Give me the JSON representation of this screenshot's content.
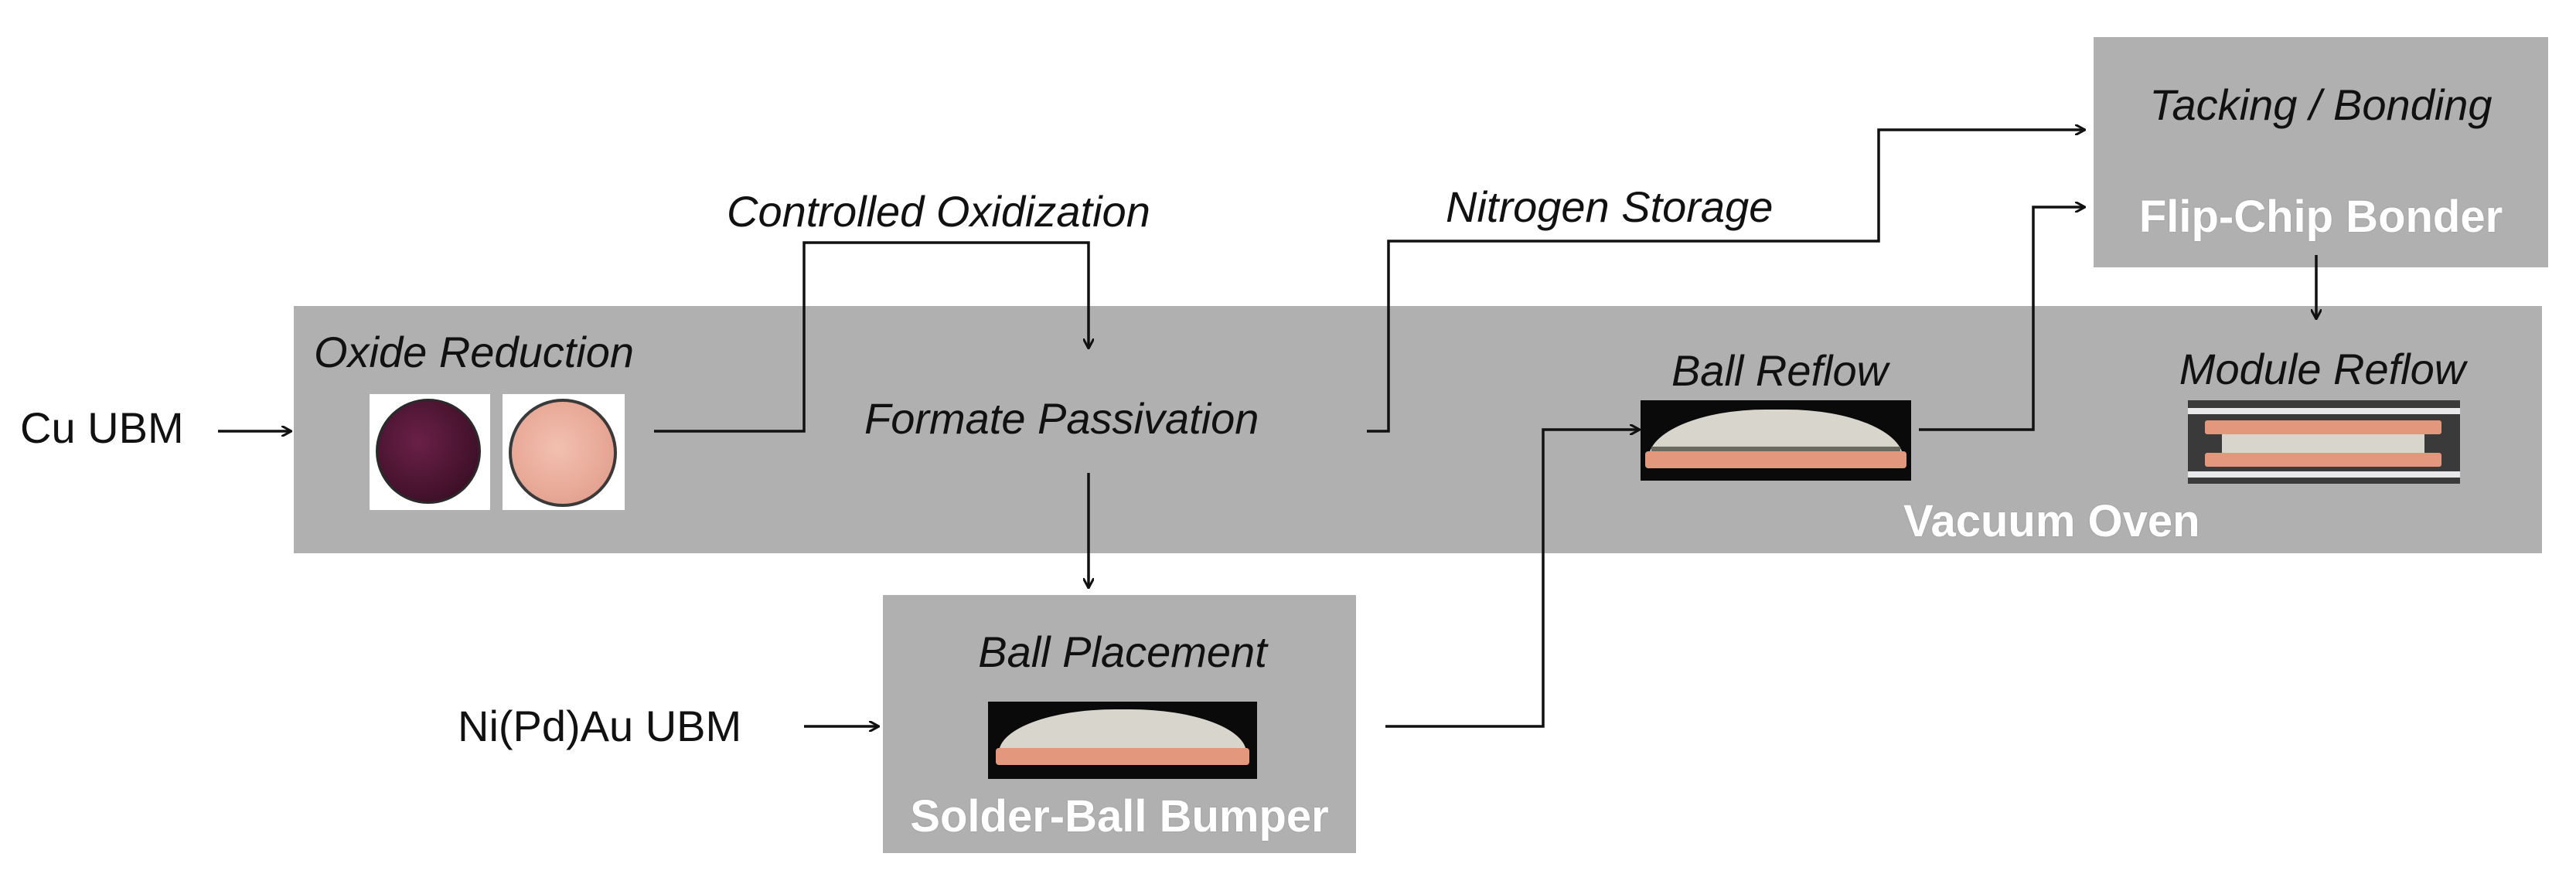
{
  "inputs": {
    "cu_ubm": "Cu UBM",
    "nipdau_ubm": "Ni(Pd)Au UBM"
  },
  "transitions": {
    "controlled_oxidization": "Controlled Oxidization",
    "nitrogen_storage": "Nitrogen Storage"
  },
  "vacuum_oven": {
    "label": "Vacuum Oven",
    "oxide_reduction": "Oxide Reduction",
    "formate_passivation": "Formate Passivation",
    "ball_reflow": "Ball Reflow",
    "module_reflow": "Module Reflow"
  },
  "bumper": {
    "label": "Solder-Ball Bumper",
    "ball_placement": "Ball Placement"
  },
  "bonder": {
    "label": "Flip-Chip Bonder",
    "tacking_bonding": "Tacking / Bonding"
  },
  "colors": {
    "box_gray": "#b0b0b0",
    "copper": "#e3977c",
    "oxidized": "#4a1430",
    "solder": "#d8d6cc"
  }
}
